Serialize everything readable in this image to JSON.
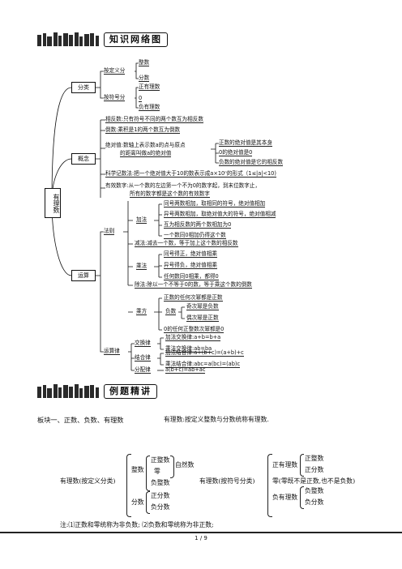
{
  "banner1": {
    "title": "知识网络图"
  },
  "banner2": {
    "title": "例题精讲"
  },
  "root": {
    "label": "有理数"
  },
  "classify": {
    "label": "分类",
    "by_def": "按定义分",
    "by_def_items": [
      "整数",
      "分数"
    ],
    "by_sign": "按符号分",
    "by_sign_items": [
      "正有理数",
      "0",
      "负有理数"
    ]
  },
  "concept": {
    "label": "概念",
    "opposite": "相反数:只有符号不同的两个数互为相反数",
    "reciprocal": "倒数:乘积是1的两个数互为倒数",
    "abs_l1": "绝对值:数轴上表示数a的点与原点",
    "abs_l2": "的距离叫做a的绝对值",
    "abs_items": [
      "正数的绝对值是其本身",
      "0的绝对值是0",
      "负数的绝对值是它的相反数"
    ],
    "sci": "科学记数法:把一个绝对值大于10的数表示成a×10ⁿ的形式（1≤|a|<10)",
    "sig_l1": "有效数字:从一个数的左边第一个不为0的数字起，到末位数字止，",
    "sig_l2": "所有的数字都是这个数的有效数字"
  },
  "ops": {
    "label": "运算",
    "rules": "法则",
    "add": "加法",
    "add_items": [
      "同号两数相加，取相同的符号，绝对值相加",
      "异号两数相加，取绝对值大的符号，绝对值相减",
      "互为相反数的两个数相加为0",
      "一个数同0相加仍得这个数"
    ],
    "sub": "减法:减去一个数，等于加上这个数的相反数",
    "mul": "乘法",
    "mul_items": [
      "同号得正，绝对值相乘",
      "异号得负，绝对值相乘",
      "任何数同0相乘，都得0"
    ],
    "div": "除法:除以一个不等于0的数，等于乘这个数的倒数",
    "pow": "乘方",
    "pow_pos": "正数的任何次幂都是正数",
    "pow_neg": "负数",
    "pow_neg_items": [
      "奇次幂是负数",
      "偶次幂是正数"
    ],
    "pow_zero": "0的任何正整数次幂都是0",
    "laws": "运算律",
    "comm": "交换律",
    "comm_items": [
      "加法交换律:a+b=b+a",
      "乘法交换律:ab=ba"
    ],
    "assoc": "结合律",
    "assoc_items": [
      "加法结合律:a+(b+c)=(a+b)+c",
      "乘法结合律:abc=a(bc)=(ab)c"
    ],
    "dist": "分配律",
    "dist_item": "a(b+c)=ab+ac"
  },
  "section": {
    "heading": "板块一、正数、负数、有理数",
    "def": "有理数:按定义整数与分数统称有理数.",
    "left_title": "有理数(按定义分类)",
    "int": "整数",
    "int_items": [
      "正整数",
      "零",
      "负整数"
    ],
    "natural": "自然数",
    "frac": "分数",
    "frac_items": [
      "正分数",
      "负分数"
    ],
    "right_title": "有理数(按符号分类)",
    "pos": "正有理数",
    "pos_items": [
      "正整数",
      "正分数"
    ],
    "zero_note": "零(零既不是正数,也不是负数)",
    "neg": "负有理数",
    "neg_items": [
      "负整数",
      "负分数"
    ],
    "note": "注:⑴正数和零统称为非负数;     ⑵负数和零统称为非正数;"
  },
  "footer": {
    "page": "1 / 9"
  }
}
